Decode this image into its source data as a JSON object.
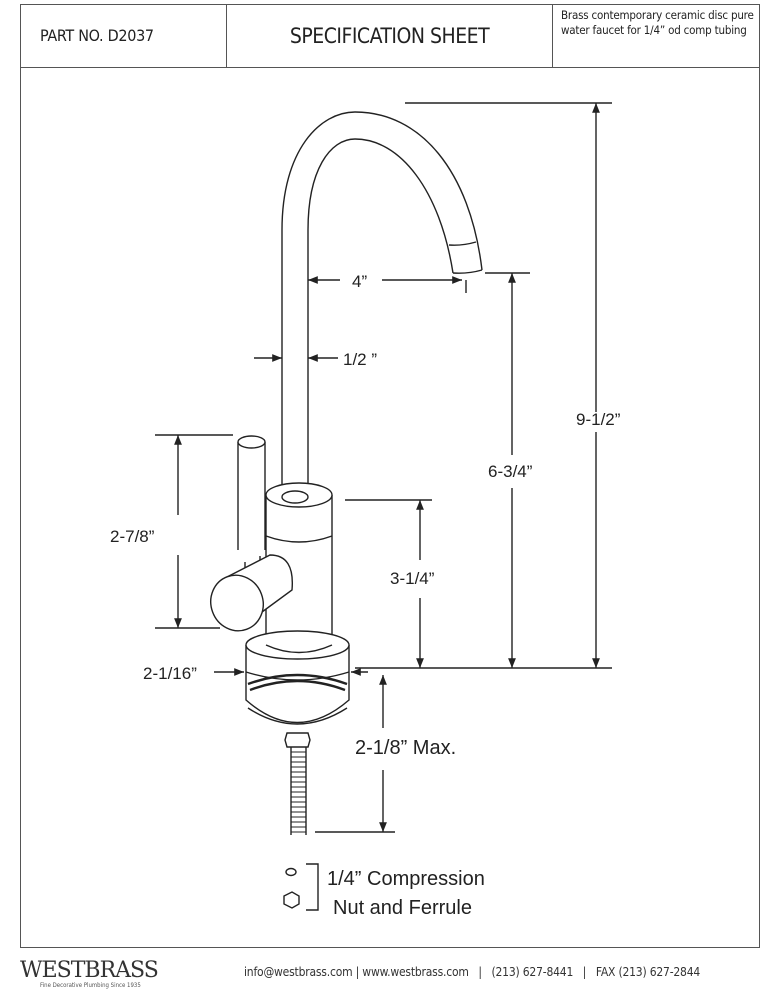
{
  "header": {
    "part_no": "PART NO.  D2037",
    "title": "SPECIFICATION SHEET",
    "description": "Brass contemporary ceramic disc pure water faucet for 1/4” od comp tubing"
  },
  "dimensions": {
    "spout_reach": "4”",
    "spout_diameter": "1/2 ”",
    "overall_height": "9-1/2”",
    "spout_height": "6-3/4”",
    "handle_height": "2-7/8”",
    "body_height": "3-1/4”",
    "base_diameter": "2-1/16”",
    "shank_length": "2-1/8” Max."
  },
  "legend": {
    "line1": "1/4” Compression",
    "line2": "Nut and Ferrule"
  },
  "footer": {
    "brand": "WESTBRASS",
    "tagline": "Fine Decorative Plumbing Since 1935",
    "contact": "info@westbrass.com | www.westbrass.com   |   (213) 627-8441   |   FAX (213) 627-2844"
  }
}
